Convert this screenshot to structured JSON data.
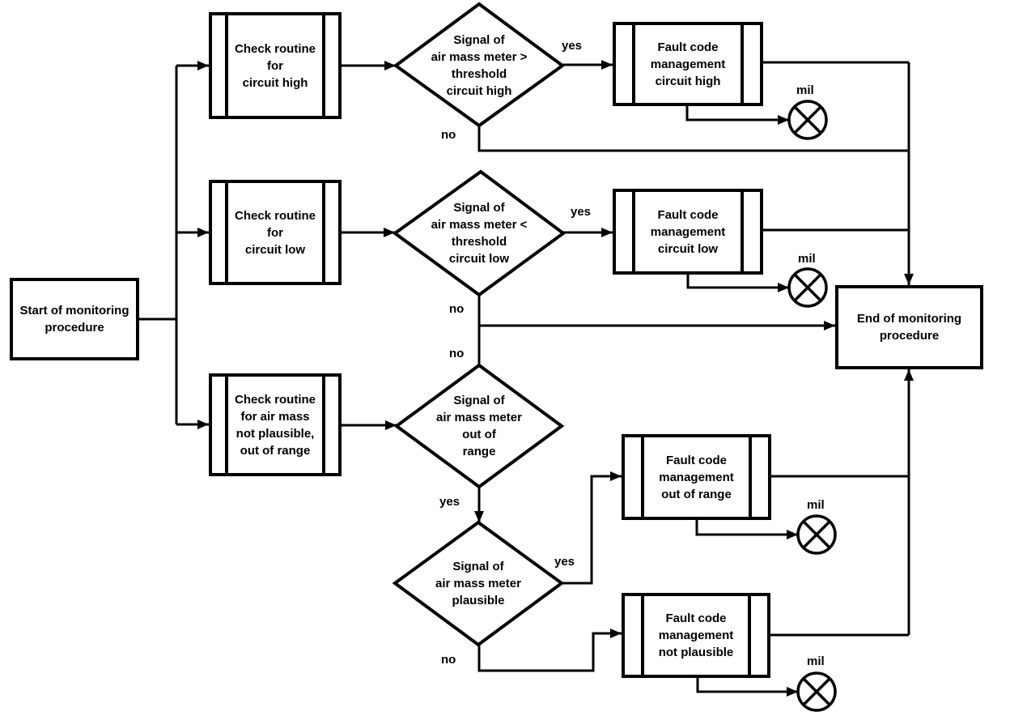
{
  "diagram": {
    "nodes": {
      "start": "Start of monitoring\nprocedure",
      "check_circuit_high": "Check routine\nfor\ncircuit high",
      "check_circuit_low": "Check routine\nfor\ncircuit low",
      "check_air_mass": "Check routine\nfor air mass\nnot plausible,\nout of range",
      "decision_circuit_high": "Signal of\nair mass meter >\nthreshold\ncircuit high",
      "decision_circuit_low": "Signal of\nair mass meter <\nthreshold\ncircuit low",
      "decision_out_of_range": "Signal of\nair mass meter\nout of\nrange",
      "decision_plausible": "Signal of\nair mass meter\nplausible",
      "fault_circuit_high": "Fault code\nmanagement\ncircuit high",
      "fault_circuit_low": "Fault code\nmanagement\ncircuit low",
      "fault_out_of_range": "Fault code\nmanagement\nout of range",
      "fault_not_plausible": "Fault code\nmanagement\nnot plausible",
      "end": "End of monitoring\nprocedure"
    },
    "labels": {
      "yes_circuit_high": "yes",
      "no_circuit_high": "no",
      "yes_circuit_low": "yes",
      "no_circuit_low": "no",
      "no_out_of_range": "no",
      "yes_out_of_range": "yes",
      "yes_plausible": "yes",
      "no_plausible": "no",
      "mil_circuit_high": "mil",
      "mil_circuit_low": "mil",
      "mil_out_of_range": "mil",
      "mil_not_plausible": "mil"
    },
    "colors": {
      "stroke": "#000000",
      "background": "#ffffff"
    }
  }
}
